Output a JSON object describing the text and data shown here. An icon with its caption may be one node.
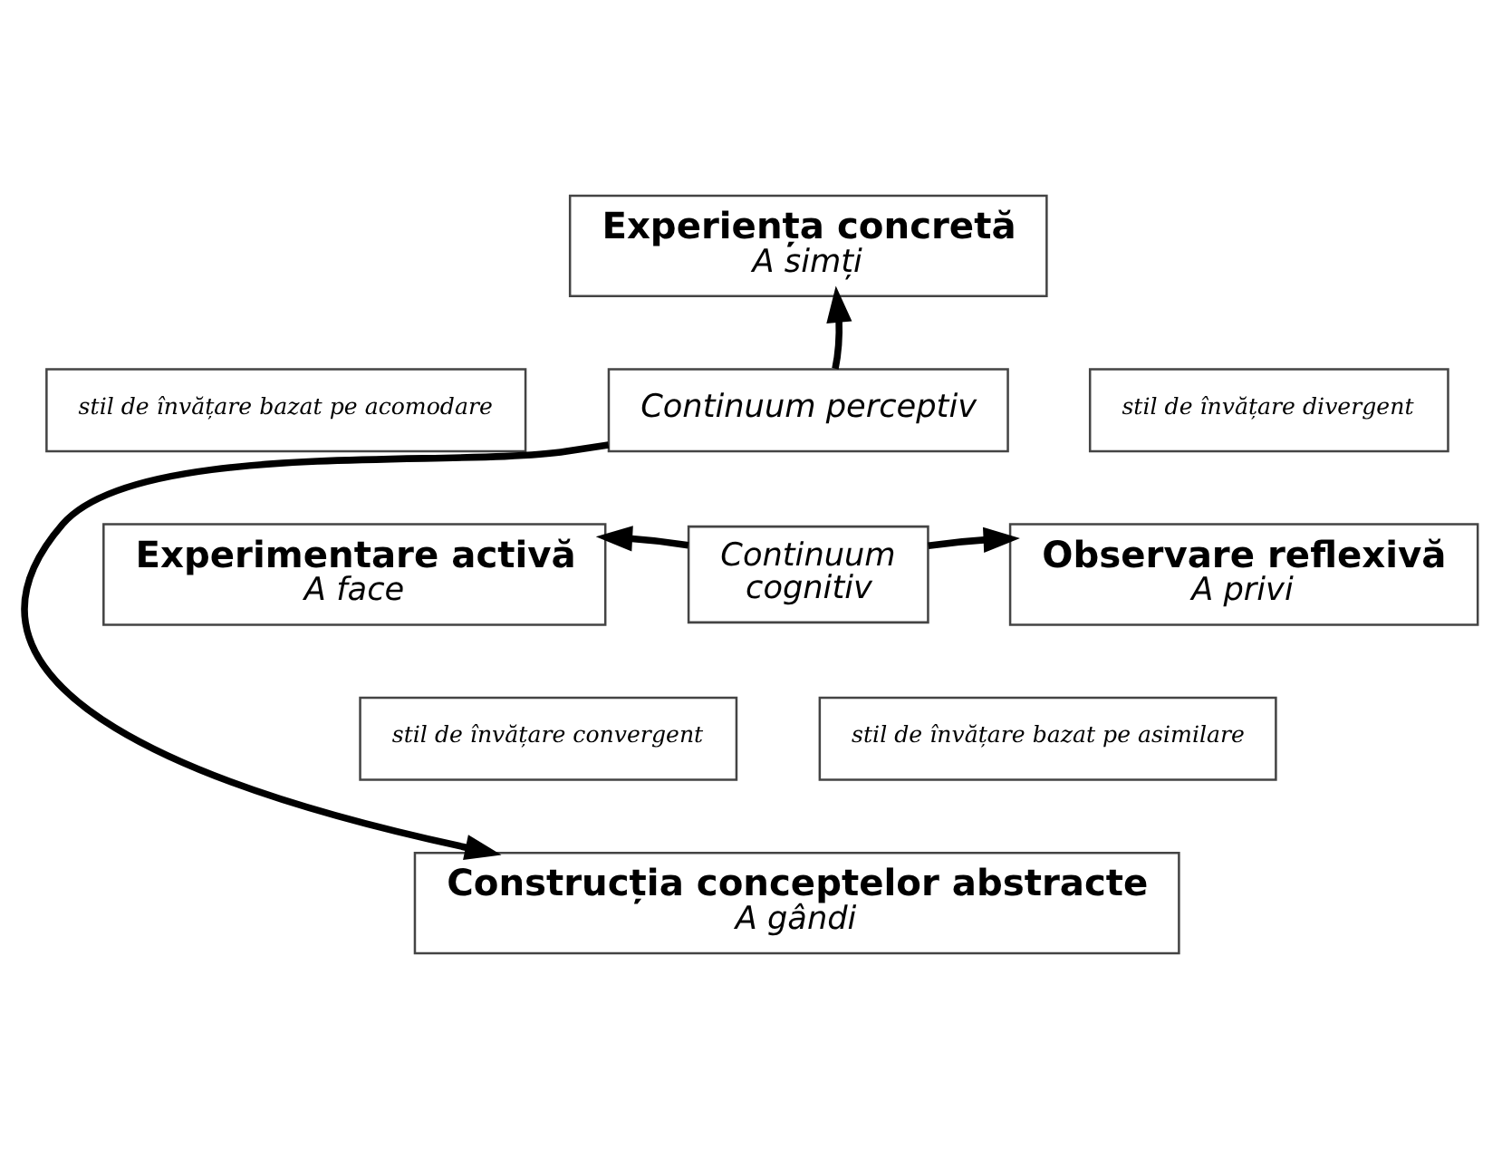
{
  "diagram": {
    "nodes": [
      {
        "text": [
          "Experiența concretă",
          "A simți"
        ]
      },
      {
        "text": [
          "Experimentare activă",
          "A face"
        ]
      },
      {
        "text": [
          "Observare reflexivă",
          "A privi"
        ]
      },
      {
        "text": [
          "Construcția conceptelor abstracte",
          "A gândi"
        ]
      },
      {
        "text": [
          "Continuum perceptiv"
        ]
      },
      {
        "text": [
          "Continuum",
          "cognitiv"
        ]
      },
      {
        "text": [
          "stil de învățare bazat pe acomodare"
        ]
      },
      {
        "text": [
          "stil de învățare divergent"
        ]
      },
      {
        "text": [
          "stil de învățare convergent"
        ]
      },
      {
        "text": [
          "stil de învățare bazat pe asimilare"
        ]
      }
    ],
    "edges": [
      {
        "from": 4,
        "to": 0,
        "arrow": "to"
      },
      {
        "from": 4,
        "to": 3,
        "arrow": "to"
      },
      {
        "from": 5,
        "to": 1,
        "arrow": "to"
      },
      {
        "from": 5,
        "to": 2,
        "arrow": "to"
      }
    ]
  }
}
